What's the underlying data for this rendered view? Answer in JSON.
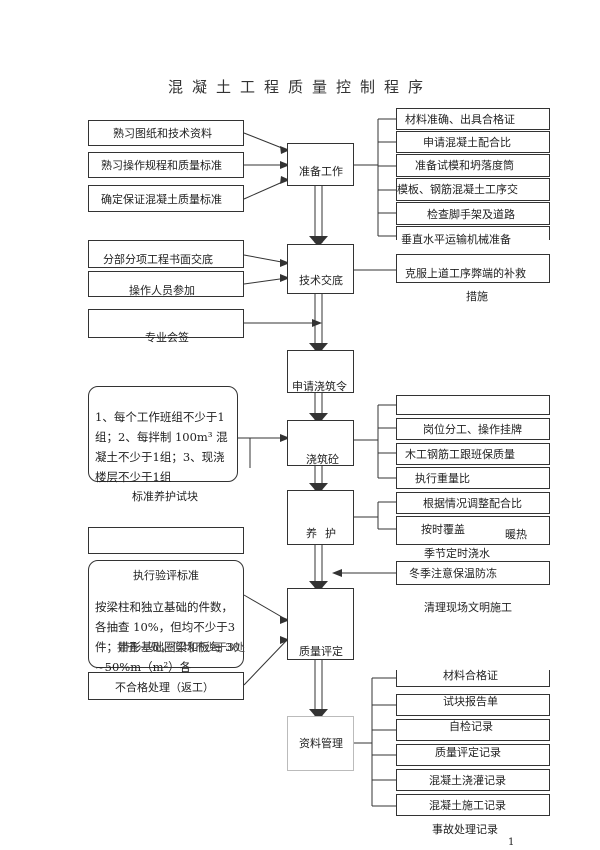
{
  "title": "混凝土工程质量控制程序",
  "page_number": "1",
  "center": {
    "prepare": "准备工作",
    "tech": "技术交底",
    "apply": "申请浇筑令",
    "pour": "浇筑砼",
    "cure": "养护",
    "evaluate": "质量评定",
    "records": "资料管理"
  },
  "left": {
    "l1": "熟习图纸和技术资料",
    "l2": "熟习操作规程和质量标准",
    "l3": "确定保证混凝土质量标准",
    "l4": "分部分项工程书面交底",
    "l5": "操作人员参加",
    "l6": "专业会签",
    "specimen_text": "1、每个工作班组不少于1组；2、每拌制 100m³ 混凝土不少于1组；3、现浇楼层不少于1组",
    "specimen_label": "标准养护试块",
    "eval_std": "执行验评标准",
    "eval_text": "按梁柱和独立基础的件数，各抽查 10%，但均不少于3件；带形基础圈梁和板每 30~50%m（m²）各",
    "eval_overlap": "抽查一处，但均不少于3处",
    "rework": "不合格处理（返工）"
  },
  "right": {
    "r1": "材料准确、出具合格证",
    "r2": "申请混凝土配合比",
    "r3": "准备试模和坍落度筒",
    "r4": "模板、钢筋混凝土工序交",
    "r5": "检查脚手架及道路",
    "r6": "垂直水平运输机械准备",
    "r7a": "克服上道工序弊端的补救",
    "r7b": "措施",
    "p1": "",
    "p2": "岗位分工、操作挂牌",
    "p3": "木工钢筋工跟班保质量",
    "p4": "执行重量比",
    "c1": "根据情况调整配合比",
    "c2": "按时覆盖",
    "c2b": "暖热",
    "c3": "季节定时浇水",
    "c4": "冬季注意保温防冻",
    "clean": "清理现场文明施工",
    "d1": "材料合格证",
    "d2": "试块报告单",
    "d3": "自检记录",
    "d4": "质量评定记录",
    "d5": "混凝土浇灌记录",
    "d6": "混凝土施工记录",
    "d7": "事故处理记录"
  }
}
